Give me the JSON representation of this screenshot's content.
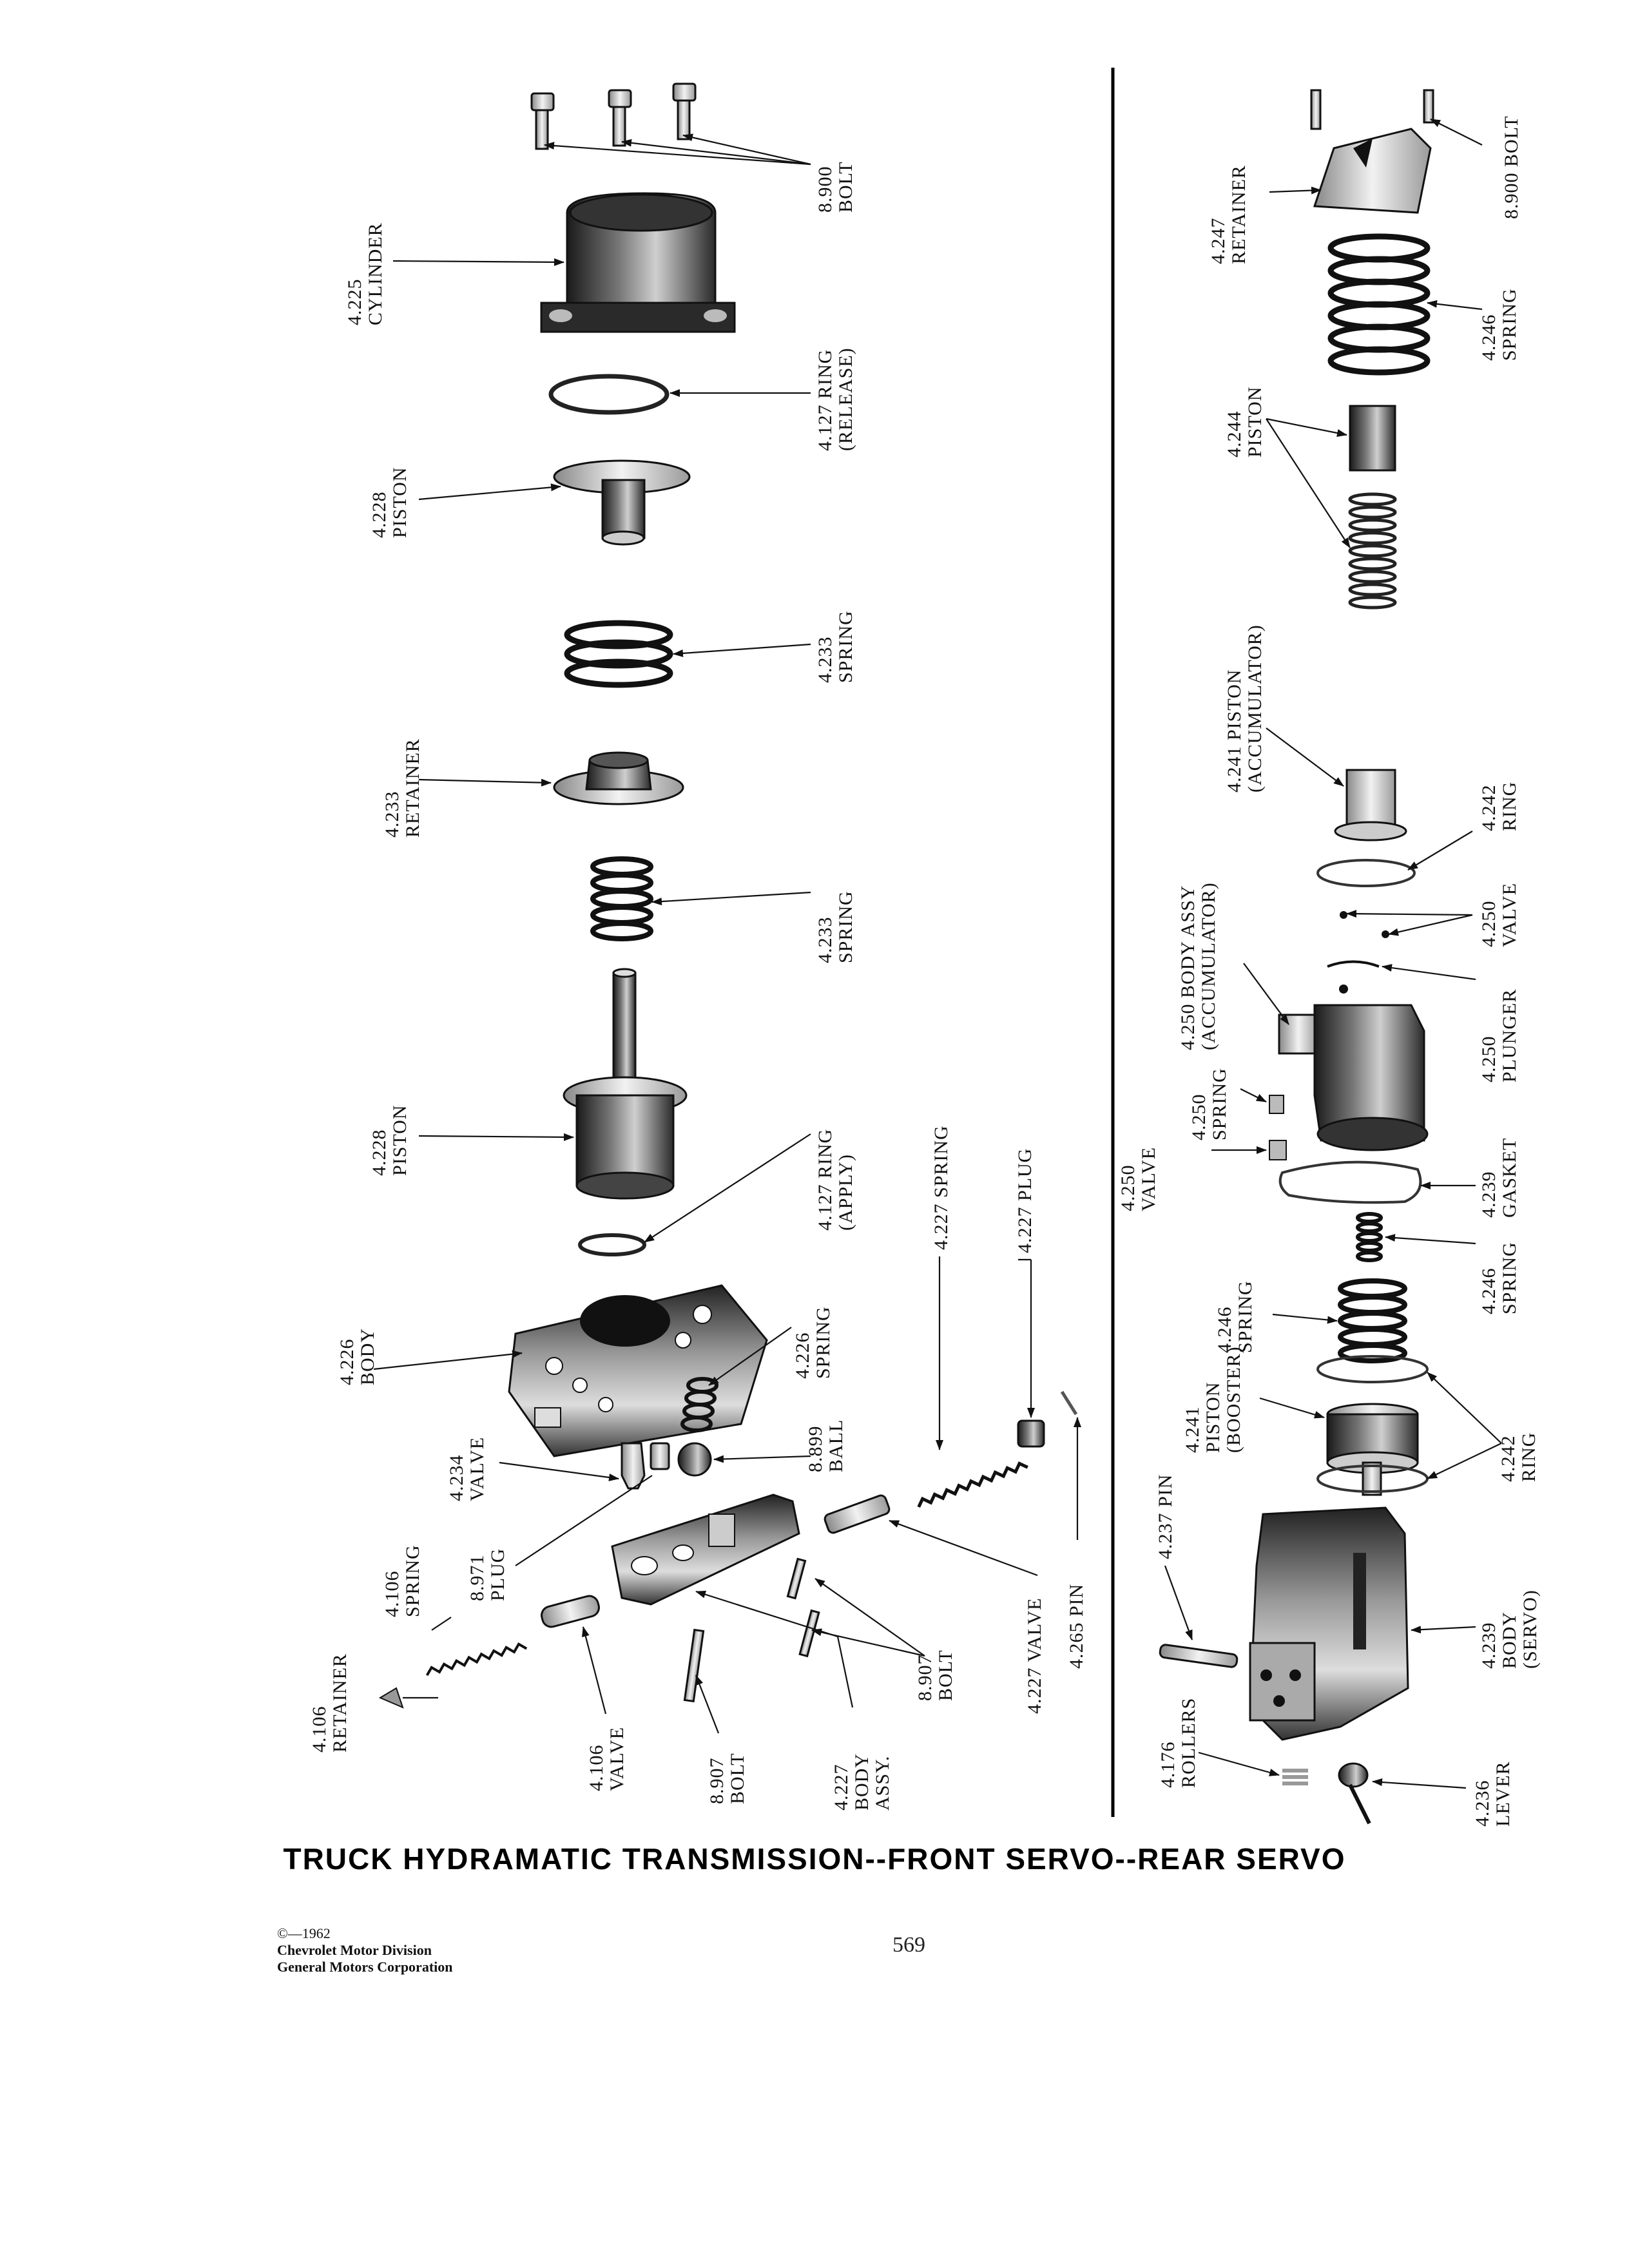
{
  "title": "TRUCK HYDRAMATIC TRANSMISSION--FRONT SERVO--REAR SERVO",
  "copyright": [
    "©—1962",
    "Chevrolet Motor Division",
    "General Motors Corporation"
  ],
  "page_number": "569",
  "front_servo_labels": [
    {
      "id": "f-8900-bolt",
      "lines": [
        "8.900",
        "BOLT"
      ]
    },
    {
      "id": "f-4225-cylinder",
      "lines": [
        "4.225",
        "CYLINDER"
      ]
    },
    {
      "id": "f-4127-ring-release",
      "lines": [
        "4.127 RING",
        "(RELEASE)"
      ]
    },
    {
      "id": "f-4228-piston-top",
      "lines": [
        "4.228",
        "PISTON"
      ]
    },
    {
      "id": "f-4233-spring-top",
      "lines": [
        "4.233",
        "SPRING"
      ]
    },
    {
      "id": "f-4233-retainer",
      "lines": [
        "4.233",
        "RETAINER"
      ]
    },
    {
      "id": "f-4233-spring-lower",
      "lines": [
        "4.233",
        "SPRING"
      ]
    },
    {
      "id": "f-4228-piston-lower",
      "lines": [
        "4.228",
        "PISTON"
      ]
    },
    {
      "id": "f-4127-ring-apply",
      "lines": [
        "4.127 RING",
        "(APPLY)"
      ]
    },
    {
      "id": "f-4227-plug",
      "lines": [
        "4.227 PLUG"
      ]
    },
    {
      "id": "f-4227-spring",
      "lines": [
        "4.227 SPRING"
      ]
    },
    {
      "id": "f-4226-body",
      "lines": [
        "4.226",
        "BODY"
      ]
    },
    {
      "id": "f-4226-spring",
      "lines": [
        "4.226",
        "SPRING"
      ]
    },
    {
      "id": "f-8899-ball",
      "lines": [
        "8.899",
        "BALL"
      ]
    },
    {
      "id": "f-4234-valve",
      "lines": [
        "4.234",
        "VALVE"
      ]
    },
    {
      "id": "f-8971-plug",
      "lines": [
        "8.971",
        "PLUG"
      ]
    },
    {
      "id": "f-4106-spring",
      "lines": [
        "4.106",
        "SPRING"
      ]
    },
    {
      "id": "f-4106-retainer",
      "lines": [
        "4.106",
        "RETAINER"
      ]
    },
    {
      "id": "f-4106-valve",
      "lines": [
        "4.106",
        "VALVE"
      ]
    },
    {
      "id": "f-8907-bolt-left",
      "lines": [
        "8.907",
        "BOLT"
      ]
    },
    {
      "id": "f-4227-body-assy",
      "lines": [
        "4.227",
        "BODY",
        "ASSY."
      ]
    },
    {
      "id": "f-8907-bolt-right",
      "lines": [
        "8.907",
        "BOLT"
      ]
    },
    {
      "id": "f-4227-valve",
      "lines": [
        "4.227 VALVE"
      ]
    },
    {
      "id": "f-4265-pin",
      "lines": [
        "4.265 PIN"
      ]
    }
  ],
  "rear_servo_labels": [
    {
      "id": "r-4247-retainer",
      "lines": [
        "4.247",
        "RETAINER"
      ]
    },
    {
      "id": "r-8900-bolt",
      "lines": [
        "8.900 BOLT"
      ]
    },
    {
      "id": "r-4246-spring-top",
      "lines": [
        "4.246",
        "SPRING"
      ]
    },
    {
      "id": "r-4244-piston",
      "lines": [
        "4.244",
        "PISTON"
      ]
    },
    {
      "id": "r-4241-piston-accumulator",
      "lines": [
        "4.241 PISTON",
        "(ACCUMULATOR)"
      ]
    },
    {
      "id": "r-4242-ring-top",
      "lines": [
        "4.242",
        "RING"
      ]
    },
    {
      "id": "r-4250-body-assy",
      "lines": [
        "4.250 BODY ASSY",
        "(ACCUMULATOR)"
      ]
    },
    {
      "id": "r-4250-valve-right",
      "lines": [
        "4.250",
        "VALVE"
      ]
    },
    {
      "id": "r-4250-plunger",
      "lines": [
        "4.250",
        "PLUNGER"
      ]
    },
    {
      "id": "r-4250-spring",
      "lines": [
        "4.250",
        "SPRING"
      ]
    },
    {
      "id": "r-4250-valve-left",
      "lines": [
        "4.250",
        "VALVE"
      ]
    },
    {
      "id": "r-4239-gasket",
      "lines": [
        "4.239",
        "GASKET"
      ]
    },
    {
      "id": "r-4246-spring-left",
      "lines": [
        "4.246",
        "SPRING"
      ]
    },
    {
      "id": "r-4246-spring-right",
      "lines": [
        "4.246",
        "SPRING"
      ]
    },
    {
      "id": "r-4241-piston-booster",
      "lines": [
        "4.241",
        "PISTON",
        "(BOOSTER)"
      ]
    },
    {
      "id": "r-4242-ring-lower",
      "lines": [
        "4.242",
        "RING"
      ]
    },
    {
      "id": "r-4237-pin",
      "lines": [
        "4.237 PIN"
      ]
    },
    {
      "id": "r-4239-body-servo",
      "lines": [
        "4.239",
        "BODY",
        "(SERVO)"
      ]
    },
    {
      "id": "r-4176-rollers",
      "lines": [
        "4.176",
        "ROLLERS"
      ]
    },
    {
      "id": "r-4236-lever",
      "lines": [
        "4.236",
        "LEVER"
      ]
    }
  ]
}
